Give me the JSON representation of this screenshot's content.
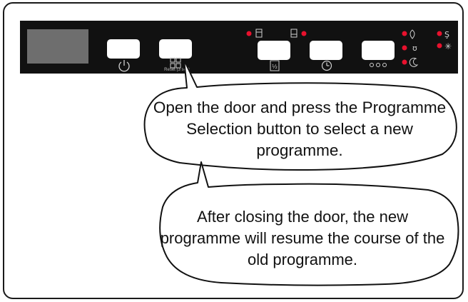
{
  "control_panel": {
    "reset_label": "Reset (3 sec)",
    "led_color": "#e8112d",
    "icons": [
      "power-icon",
      "programme-select-icon",
      "half-load-icon",
      "delay-timer-icon",
      "options-icon",
      "eco-icon",
      "intensive-icon",
      "night-icon",
      "rinse-aid-icon",
      "salt-icon",
      "tablet-icon"
    ]
  },
  "callouts": {
    "top_text": "Open the door and press the Programme Selection button to select a new programme.",
    "bottom_text": "After closing the door, the new programme will resume the course of the old programme."
  }
}
